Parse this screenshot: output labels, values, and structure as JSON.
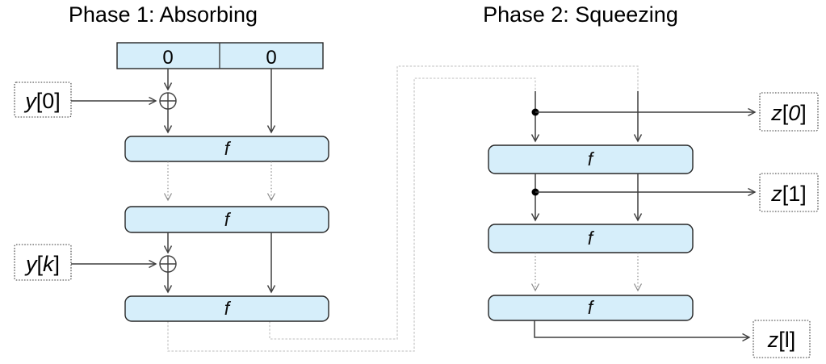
{
  "titles": {
    "phase1": "Phase 1: Absorbing",
    "phase2": "Phase 2: Squeezing"
  },
  "state_register": {
    "left_cell": "0",
    "right_cell": "0"
  },
  "f_label": "f",
  "io": {
    "y0": {
      "p1": "y",
      "p2": "[0]",
      "p3": "",
      "p4": ""
    },
    "yk": {
      "p1": "y",
      "p2": "[",
      "p3": "k",
      "p4": "]"
    },
    "z0": {
      "p1": "z",
      "p2": "[",
      "p3": "0",
      "p4": "]"
    },
    "z1": {
      "p1": "z",
      "p2": "[1]",
      "p3": "",
      "p4": ""
    },
    "zl": {
      "p1": "z",
      "p2": "[l]",
      "p3": "",
      "p4": ""
    }
  },
  "colors": {
    "box_fill": "#d6eefa",
    "box_stroke": "#262626",
    "solid_line": "#3f3f3f",
    "dashed_line": "#8c8c8c",
    "wrap_line": "#c9c9c9"
  }
}
